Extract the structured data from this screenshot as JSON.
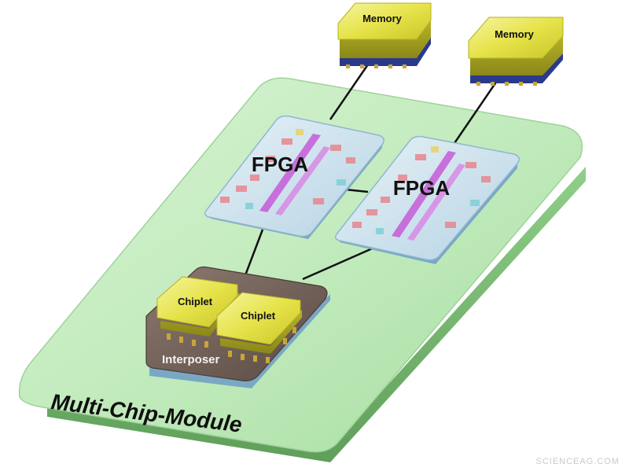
{
  "diagram": {
    "module_label": "Multi-Chip-Module",
    "fpga_labels": [
      "FPGA",
      "FPGA"
    ],
    "memory_labels": [
      "Memory",
      "Memory"
    ],
    "chiplet_labels": [
      "Chiplet",
      "Chiplet"
    ],
    "interposer_label": "Interposer"
  },
  "watermark": "SCIENCEAG.COM",
  "colors": {
    "module_base": "#b9e6b5",
    "module_edge": "#7fbf7a",
    "chip_yellow": "#e8e64a",
    "fpga_die": "#cfe3ee",
    "fpga_core": "#c65cd8",
    "interposer": "#6b5a52",
    "connector_line": "#111111"
  }
}
